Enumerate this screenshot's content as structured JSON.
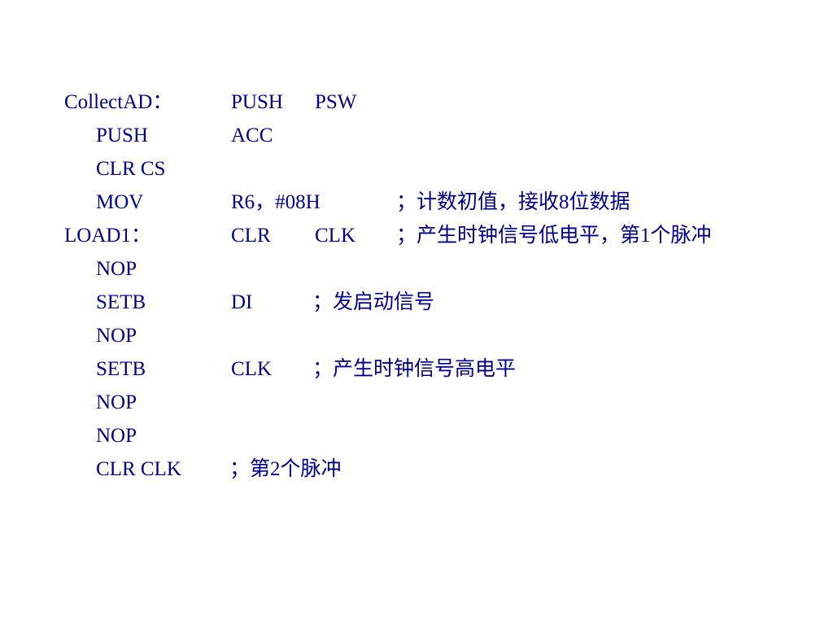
{
  "colors": {
    "text": "#00008B",
    "background": "#ffffff"
  },
  "lines": [
    {
      "label": "CollectAD：",
      "op": "PUSH",
      "arg": "PSW",
      "comment": ""
    },
    {
      "label": "",
      "op": "PUSH",
      "arg": "ACC",
      "comment": ""
    },
    {
      "label": "",
      "op": "CLR CS",
      "arg": "",
      "comment": ""
    },
    {
      "label": "",
      "op": "MOV",
      "arg": "R6，#08H",
      "comment": "；计数初值，接收8位数据"
    },
    {
      "label": "LOAD1：",
      "op": "CLR",
      "arg": "CLK",
      "comment": "；产生时钟信号低电平，第1个脉冲"
    },
    {
      "label": "",
      "op": "NOP",
      "arg": "",
      "comment": ""
    },
    {
      "label": "",
      "op": "SETB",
      "arg": "DI",
      "comment": "；发启动信号"
    },
    {
      "label": "",
      "op": "NOP",
      "arg": "",
      "comment": ""
    },
    {
      "label": "",
      "op": "SETB",
      "arg": "CLK",
      "comment": "；产生时钟信号高电平"
    },
    {
      "label": "",
      "op": "NOP",
      "arg": "",
      "comment": ""
    },
    {
      "label": "",
      "op": "NOP",
      "arg": "",
      "comment": ""
    },
    {
      "label": "",
      "op": "CLR CLK",
      "arg": "",
      "comment": "；第2个脉冲"
    }
  ]
}
